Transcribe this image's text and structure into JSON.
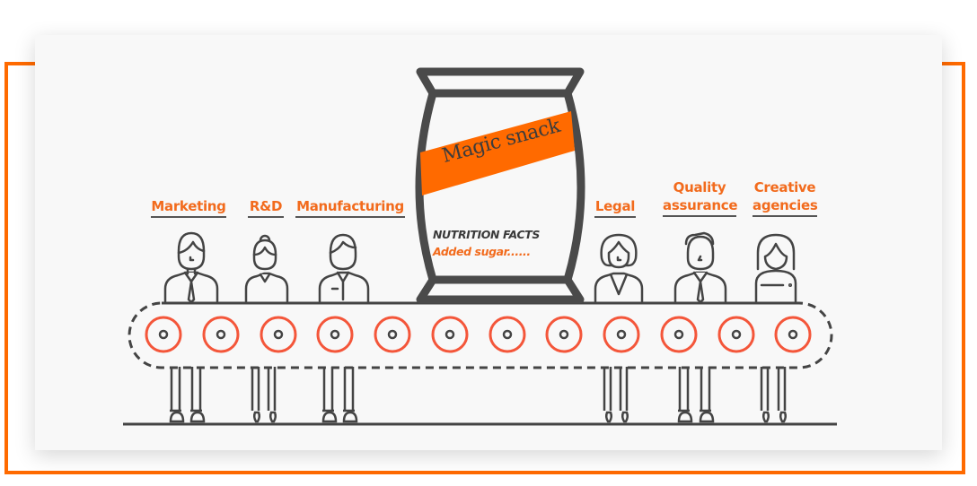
{
  "colors": {
    "accent": "#ff6a00",
    "label_orange": "#f26b1d",
    "roller_red": "#f4563a",
    "line_dark": "#444444",
    "card_bg": "#f8f8f8"
  },
  "product": {
    "name": "Magic snack",
    "nutrition_heading": "NUTRITION FACTS",
    "nutrition_line": "Added sugar......"
  },
  "departments": [
    {
      "label": "Marketing",
      "line2": ""
    },
    {
      "label": "R&D",
      "line2": ""
    },
    {
      "label": "Manufacturing",
      "line2": ""
    },
    {
      "label": "Legal",
      "line2": ""
    },
    {
      "label": "Quality",
      "line2": "assurance"
    },
    {
      "label": "Creative",
      "line2": "agencies"
    }
  ],
  "conveyor": {
    "roller_count": 12
  }
}
